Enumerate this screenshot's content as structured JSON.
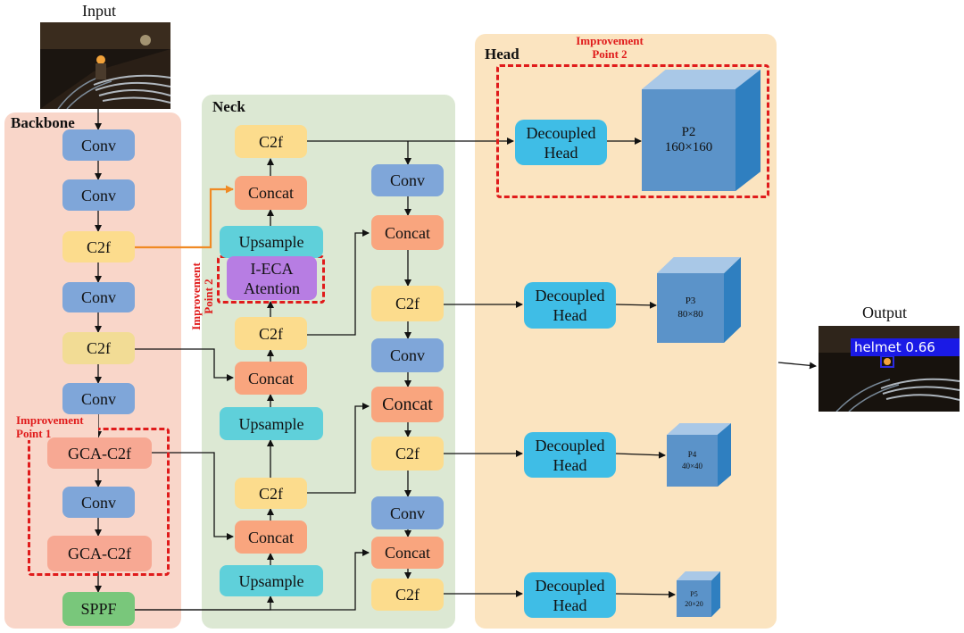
{
  "captions": {
    "input": "Input",
    "output": "Output"
  },
  "sections": {
    "backbone": "Backbone",
    "neck": "Neck",
    "head": "Head"
  },
  "improvements": {
    "point1": "Improvement\nPoint 1",
    "point2_neck": "Improvement\nPoint 2",
    "point2_head": "Improvement\nPoint 2"
  },
  "backbone": [
    "Conv",
    "Conv",
    "C2f",
    "Conv",
    "C2f",
    "Conv",
    "GCA-C2f",
    "Conv",
    "GCA-C2f",
    "SPPF"
  ],
  "neck_left": [
    "C2f",
    "Concat",
    "Upsample",
    "I-ECA\nAtention",
    "C2f",
    "Concat",
    "Upsample",
    "C2f",
    "Concat",
    "Upsample"
  ],
  "neck_right": [
    "Conv",
    "Concat",
    "C2f",
    "Conv",
    "Concat",
    "C2f",
    "Conv",
    "Concat",
    "C2f"
  ],
  "head": {
    "decoupled_label": "Decoupled\nHead",
    "outputs": [
      {
        "name": "P2",
        "size": "160×160"
      },
      {
        "name": "P3",
        "size": "80×80"
      },
      {
        "name": "P4",
        "size": "40×40"
      },
      {
        "name": "P5",
        "size": "20×20"
      }
    ]
  },
  "detection": {
    "label": "helmet",
    "score": "0.66"
  },
  "colors": {
    "backbone_bg": "#f9d6c9",
    "neck_bg": "#dce8d3",
    "head_bg": "#fbe4c0",
    "conv": "#7fa6d9",
    "c2f": "#fcdc8d",
    "concat": "#f9a57e",
    "upsample": "#5fd0da",
    "gca_c2f": "#f7a893",
    "sppf": "#79c77b",
    "ieca": "#b77de3",
    "decoupled_head": "#3fbde6",
    "improvement": "#e01b1b",
    "highlight_arrow": "#f08a24"
  }
}
